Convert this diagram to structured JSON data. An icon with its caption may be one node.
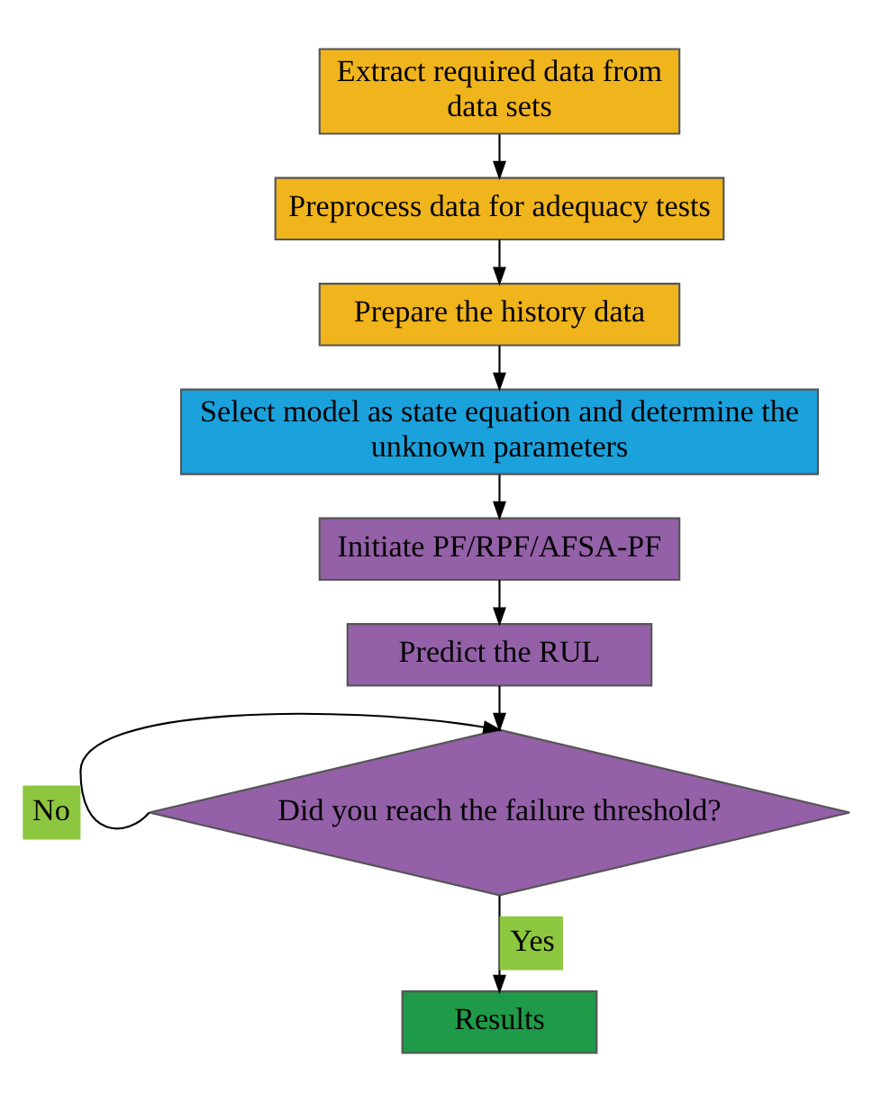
{
  "diagram": {
    "nodes": [
      {
        "text": [
          "Extract required data from data sets"
        ]
      },
      {
        "text": [
          "Preprocess data for adequacy tests"
        ]
      },
      {
        "text": [
          "Prepare the history data"
        ]
      },
      {
        "text": [
          "Select model as state equation and determine the unknown parameters"
        ]
      },
      {
        "text": [
          "Initiate PF/RPF/AFSA-PF"
        ]
      },
      {
        "text": [
          "Predict the RUL"
        ]
      },
      {
        "text": [
          "Did you reach the failure threshold?"
        ]
      },
      {
        "text": [
          "Results"
        ]
      }
    ],
    "edges": [
      {
        "from": 0,
        "to": 1,
        "arrow": "to"
      },
      {
        "from": 1,
        "to": 2,
        "arrow": "to"
      },
      {
        "from": 2,
        "to": 3,
        "arrow": "to"
      },
      {
        "from": 3,
        "to": 4,
        "arrow": "to"
      },
      {
        "from": 4,
        "to": 5,
        "arrow": "to"
      },
      {
        "from": 5,
        "to": 6,
        "arrow": "to"
      },
      {
        "from": 6,
        "to": 6,
        "arrow": "to",
        "label": "No"
      },
      {
        "from": 6,
        "to": 7,
        "arrow": "to",
        "label": "Yes"
      }
    ]
  }
}
